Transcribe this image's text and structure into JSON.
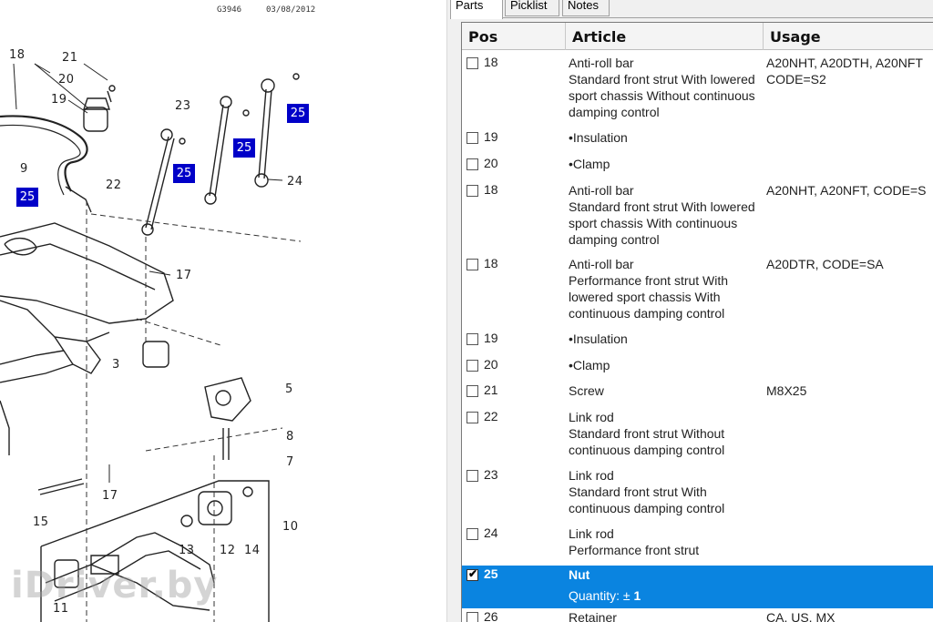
{
  "diagram": {
    "header_left": "G3946",
    "header_right": "03/08/2012",
    "callouts": [
      "18",
      "21",
      "20",
      "19",
      "23",
      "9",
      "22",
      "24",
      "17",
      "3",
      "5",
      "8",
      "7",
      "17",
      "15",
      "13",
      "12",
      "14",
      "10",
      "11"
    ],
    "highlight_label": "25",
    "watermark": "iDriver.by"
  },
  "tabs": [
    "Parts",
    "Picklist",
    "Notes"
  ],
  "columns": [
    "Pos",
    "Article",
    "Usage"
  ],
  "rows": [
    {
      "pos": "18",
      "article": "Anti-roll bar\nStandard front strut  With lowered sport chassis  Without continuous damping control",
      "usage": "A20NHT, A20DTH, A20NFT\nCODE=S2"
    },
    {
      "pos": "19",
      "article": "•Insulation",
      "usage": ""
    },
    {
      "pos": "20",
      "article": "•Clamp",
      "usage": ""
    },
    {
      "pos": "18",
      "article": "Anti-roll bar\nStandard front strut  With lowered sport chassis  With continuous damping control",
      "usage": "A20NHT, A20NFT, CODE=S"
    },
    {
      "pos": "18",
      "article": "Anti-roll bar\nPerformance front strut  With lowered sport chassis  With continuous damping control",
      "usage": "A20DTR, CODE=SA"
    },
    {
      "pos": "19",
      "article": "•Insulation",
      "usage": ""
    },
    {
      "pos": "20",
      "article": "•Clamp",
      "usage": ""
    },
    {
      "pos": "21",
      "article": "Screw",
      "usage": "M8X25"
    },
    {
      "pos": "22",
      "article": "Link rod\nStandard front strut  Without continuous damping control",
      "usage": ""
    },
    {
      "pos": "23",
      "article": "Link rod\nStandard front strut  With continuous damping control",
      "usage": ""
    },
    {
      "pos": "24",
      "article": "Link rod\nPerformance front strut",
      "usage": ""
    },
    {
      "pos": "25",
      "article": "Nut",
      "usage": "",
      "quantity_label": "Quantity: ±",
      "quantity_value": "1",
      "selected": true,
      "checked": true
    },
    {
      "pos": "26",
      "article": "Retainer",
      "usage": "CA, US, MX"
    }
  ],
  "colors": {
    "selected_row": "#0a84e0",
    "highlight_box": "#0000c8"
  }
}
